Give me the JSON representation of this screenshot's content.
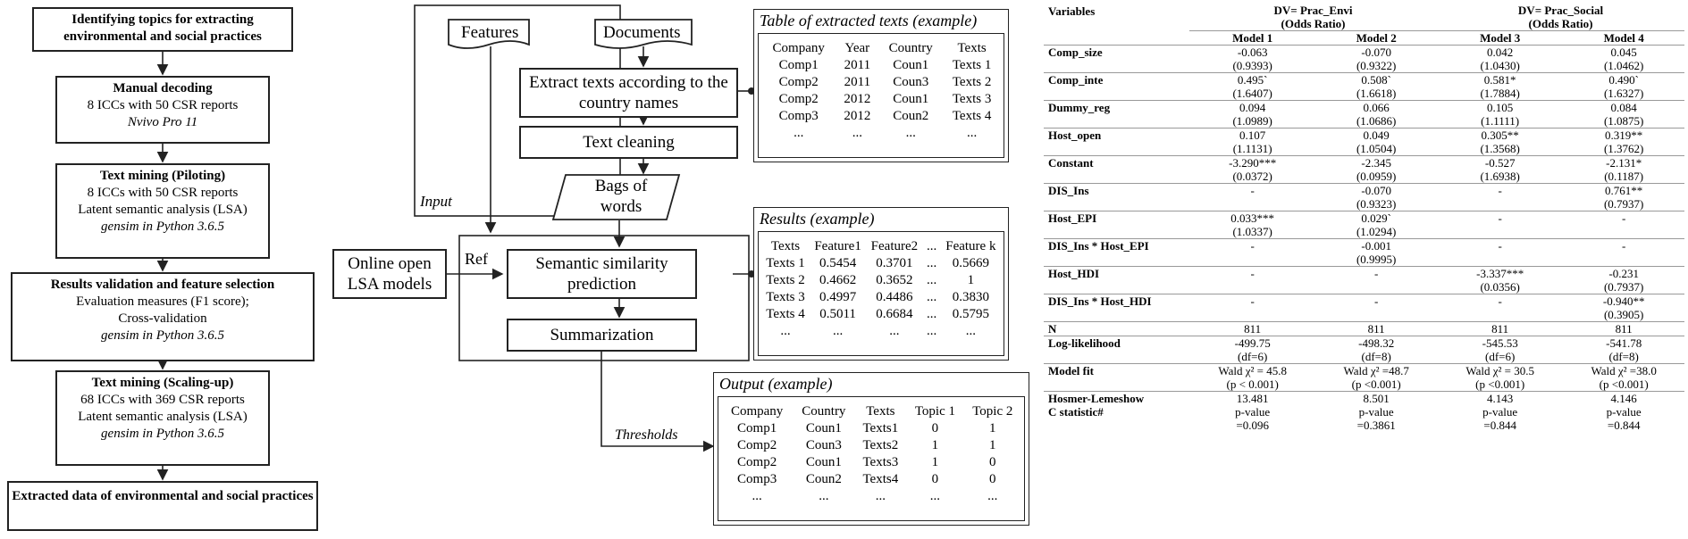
{
  "flowchart": [
    {
      "title": "Identifying topics for extracting environmental and social practices",
      "lines": [],
      "italic": ""
    },
    {
      "title": "Manual decoding",
      "lines": [
        "8 ICCs with 50 CSR reports"
      ],
      "italic": "Nvivo Pro 11"
    },
    {
      "title": "Text mining (Piloting)",
      "lines": [
        "8 ICCs with 50 CSR reports",
        "Latent semantic analysis (LSA)"
      ],
      "italic": "gensim in Python 3.6.5"
    },
    {
      "title": "Results validation and feature selection",
      "lines": [
        "Evaluation measures (F1 score);",
        "Cross-validation"
      ],
      "italic": "gensim in Python 3.6.5"
    },
    {
      "title": "Text mining (Scaling-up)",
      "lines": [
        "68 ICCs with 369 CSR reports",
        "Latent semantic analysis (LSA)"
      ],
      "italic": "gensim in Python 3.6.5"
    },
    {
      "title": "Extracted data of environmental and social practices",
      "lines": [],
      "italic": ""
    }
  ],
  "pipeline": {
    "features": "Features",
    "documents": "Documents",
    "extract": "Extract texts according to the country names",
    "cleaning": "Text cleaning",
    "bags": "Bags of words",
    "input_label": "Input",
    "ref_label": "Ref",
    "online": "Online open LSA models",
    "similarity": "Semantic similarity prediction",
    "summarization": "Summarization",
    "thresholds": "Thresholds"
  },
  "table_example": {
    "title": "Table of extracted texts (example)",
    "headers": [
      "Company",
      "Year",
      "Country",
      "Texts"
    ],
    "rows": [
      [
        "Comp1",
        "2011",
        "Coun1",
        "Texts 1"
      ],
      [
        "Comp2",
        "2011",
        "Coun3",
        "Texts 2"
      ],
      [
        "Comp2",
        "2012",
        "Coun1",
        "Texts 3"
      ],
      [
        "Comp3",
        "2012",
        "Coun2",
        "Texts 4"
      ],
      [
        "...",
        "...",
        "...",
        "..."
      ]
    ]
  },
  "results_example": {
    "title": "Results (example)",
    "headers": [
      "Texts",
      "Feature1",
      "Feature2",
      "...",
      "Feature k"
    ],
    "rows": [
      [
        "Texts 1",
        "0.5454",
        "0.3701",
        "...",
        "0.5669"
      ],
      [
        "Texts 2",
        "0.4662",
        "0.3652",
        "...",
        "1"
      ],
      [
        "Texts 3",
        "0.4997",
        "0.4486",
        "...",
        "0.3830"
      ],
      [
        "Texts 4",
        "0.5011",
        "0.6684",
        "...",
        "0.5795"
      ],
      [
        "...",
        "...",
        "...",
        "...",
        "..."
      ]
    ]
  },
  "output_example": {
    "title": "Output (example)",
    "headers": [
      "Company",
      "Country",
      "Texts",
      "Topic 1",
      "Topic 2"
    ],
    "rows": [
      [
        "Comp1",
        "Coun1",
        "Texts1",
        "0",
        "1"
      ],
      [
        "Comp2",
        "Coun3",
        "Texts2",
        "1",
        "1"
      ],
      [
        "Comp2",
        "Coun1",
        "Texts3",
        "1",
        "0"
      ],
      [
        "Comp3",
        "Coun2",
        "Texts4",
        "0",
        "0"
      ],
      [
        "...",
        "...",
        "...",
        "...",
        "..."
      ]
    ]
  },
  "regression": {
    "var_header": "Variables",
    "dv1": "DV= Prac_Envi",
    "dv2": "DV= Prac_Social",
    "or_label": "(Odds Ratio)",
    "models": [
      "Model 1",
      "Model 2",
      "Model 3",
      "Model 4"
    ],
    "rows": [
      {
        "name": "Comp_size",
        "a": [
          "-0.063",
          "-0.070",
          "0.042",
          "0.045"
        ],
        "b": [
          "(0.9393)",
          "(0.9322)",
          "(1.0430)",
          "(1.0462)"
        ]
      },
      {
        "name": "Comp_inte",
        "a": [
          "0.495`",
          "0.508`",
          "0.581*",
          "0.490`"
        ],
        "b": [
          "(1.6407)",
          "(1.6618)",
          "(1.7884)",
          "(1.6327)"
        ]
      },
      {
        "name": "Dummy_reg",
        "a": [
          "0.094",
          "0.066",
          "0.105",
          "0.084"
        ],
        "b": [
          "(1.0989)",
          "(1.0686)",
          "(1.1111)",
          "(1.0875)"
        ]
      },
      {
        "name": "Host_open",
        "a": [
          "0.107",
          "0.049",
          "0.305**",
          "0.319**"
        ],
        "b": [
          "(1.1131)",
          "(1.0504)",
          "(1.3568)",
          "(1.3762)"
        ]
      },
      {
        "name": "Constant",
        "a": [
          "-3.290***",
          "-2.345",
          "-0.527",
          "-2.131*"
        ],
        "b": [
          "(0.0372)",
          "(0.0959)",
          "(1.6938)",
          "(0.1187)"
        ]
      },
      {
        "name": "DIS_Ins",
        "a": [
          "-",
          "-0.070",
          "-",
          "0.761**"
        ],
        "b": [
          "",
          "(0.9323)",
          "",
          "(0.7937)"
        ]
      },
      {
        "name": "Host_EPI",
        "a": [
          "0.033***",
          "0.029`",
          "-",
          "-"
        ],
        "b": [
          "(1.0337)",
          "(1.0294)",
          "",
          ""
        ]
      },
      {
        "name": "DIS_Ins * Host_EPI",
        "a": [
          "-",
          "-0.001",
          "-",
          "-"
        ],
        "b": [
          "",
          "(0.9995)",
          "",
          ""
        ]
      },
      {
        "name": "Host_HDI",
        "a": [
          "-",
          "-",
          "-3.337***",
          "-0.231"
        ],
        "b": [
          "",
          "",
          "(0.0356)",
          "(0.7937)"
        ]
      },
      {
        "name": "DIS_Ins * Host_HDI",
        "a": [
          "-",
          "-",
          "-",
          "-0.940**"
        ],
        "b": [
          "",
          "",
          "",
          "(0.3905)"
        ]
      },
      {
        "name": "N",
        "a": [
          "811",
          "811",
          "811",
          "811"
        ],
        "b": [
          "",
          "",
          "",
          ""
        ]
      },
      {
        "name": "Log-likelihood",
        "a": [
          "-499.75",
          "-498.32",
          "-545.53",
          "-541.78"
        ],
        "b": [
          "(df=6)",
          "(df=8)",
          "(df=6)",
          "(df=8)"
        ]
      },
      {
        "name": "Model fit",
        "a": [
          "Wald χ² = 45.8",
          "Wald χ² =48.7",
          "Wald χ² = 30.5",
          "Wald χ² =38.0"
        ],
        "b": [
          "(p < 0.001)",
          "(p <0.001)",
          "(p <0.001)",
          "(p <0.001)"
        ]
      },
      {
        "name": "Hosmer-Lemeshow",
        "a": [
          "13.481",
          "8.501",
          "4.143",
          "4.146"
        ],
        "b": [
          "",
          "",
          "",
          ""
        ]
      },
      {
        "name": "C statistic#",
        "a": [
          "p-value",
          "p-value",
          "p-value",
          "p-value"
        ],
        "b": [
          "=0.096",
          "=0.3861",
          "=0.844",
          "=0.844"
        ]
      }
    ]
  }
}
